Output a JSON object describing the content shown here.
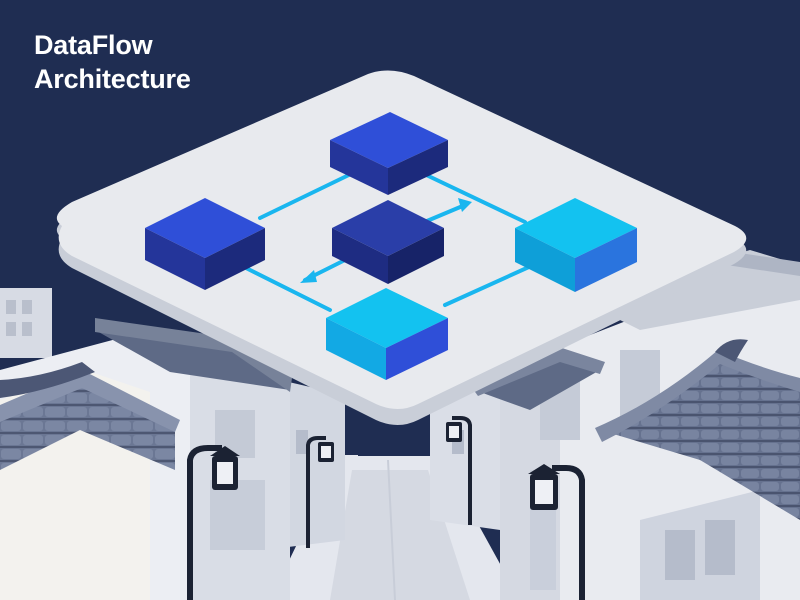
{
  "title": {
    "line1": "DataFlow",
    "line2": "Architecture"
  },
  "colors": {
    "sky": "#1f2d52",
    "platform": "#e8eaee",
    "platform_edge": "#c9ced8",
    "block_dark": "#24359a",
    "block_mid": "#2f4fd8",
    "block_cyan": "#13c2f0",
    "connector": "#19b6ef",
    "roof": "#5e6a86",
    "wall": "#e9ebf0",
    "lamp": "#1b2233"
  },
  "icons": {
    "platform": "isometric-platform",
    "blocks": [
      "data-block-top",
      "data-block-left",
      "data-block-center",
      "data-block-right",
      "data-block-bottom"
    ],
    "connectors": [
      "bidirectional-arrow",
      "data-link"
    ],
    "scene": [
      "street-lamp",
      "tiled-roof",
      "building"
    ]
  }
}
